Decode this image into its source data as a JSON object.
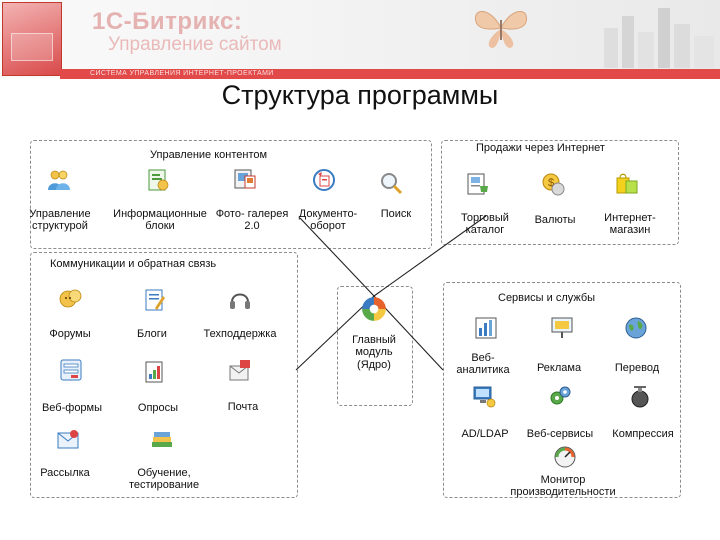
{
  "header": {
    "brand_title": "1С-Битрикс:",
    "brand_subtitle": "Управление сайтом",
    "brand_strip": "СИСТЕМА УПРАВЛЕНИЯ ИНТЕРНЕТ-ПРОЕКТАМИ"
  },
  "title": "Структура программы",
  "groups": {
    "content": {
      "title": "Управление контентом",
      "items": [
        {
          "label": "Управление структурой",
          "icon": "users-icon"
        },
        {
          "label": "Информационные блоки",
          "icon": "infoblock-icon"
        },
        {
          "label": "Фото- галерея 2.0",
          "icon": "photo-gallery-icon"
        },
        {
          "label": "Документо- оборот",
          "icon": "document-flow-icon"
        },
        {
          "label": "Поиск",
          "icon": "search-icon"
        }
      ]
    },
    "sales": {
      "title": "Продажи через Интернет",
      "items": [
        {
          "label": "Торговый каталог",
          "icon": "catalog-icon"
        },
        {
          "label": "Валюты",
          "icon": "currency-icon"
        },
        {
          "label": "Интернет- магазин",
          "icon": "shopping-bags-icon"
        }
      ]
    },
    "communication": {
      "title": "Коммуникации и обратная связь",
      "items": [
        {
          "label": "Форумы",
          "icon": "forum-icon"
        },
        {
          "label": "Блоги",
          "icon": "blog-icon"
        },
        {
          "label": "Техподдержка",
          "icon": "headset-icon"
        },
        {
          "label": "Веб-формы",
          "icon": "web-form-icon"
        },
        {
          "label": "Опросы",
          "icon": "poll-icon"
        },
        {
          "label": "Почта",
          "icon": "mail-icon"
        },
        {
          "label": "Рассылка",
          "icon": "newsletter-icon"
        },
        {
          "label": "Обучение, тестирование",
          "icon": "learning-icon"
        }
      ]
    },
    "core": {
      "label": "Главный модуль (Ядро)",
      "icon": "core-module-icon"
    },
    "services": {
      "title": "Сервисы и службы",
      "items": [
        {
          "label": "Веб- аналитика",
          "icon": "analytics-icon"
        },
        {
          "label": "Реклама",
          "icon": "advertising-icon"
        },
        {
          "label": "Перевод",
          "icon": "translation-globe-icon"
        },
        {
          "label": "AD/LDAP",
          "icon": "ldap-icon"
        },
        {
          "label": "Веб-сервисы",
          "icon": "web-services-icon"
        },
        {
          "label": "Компрессия",
          "icon": "compression-icon"
        },
        {
          "label": "Монитор производительности",
          "icon": "performance-monitor-icon"
        }
      ]
    }
  }
}
